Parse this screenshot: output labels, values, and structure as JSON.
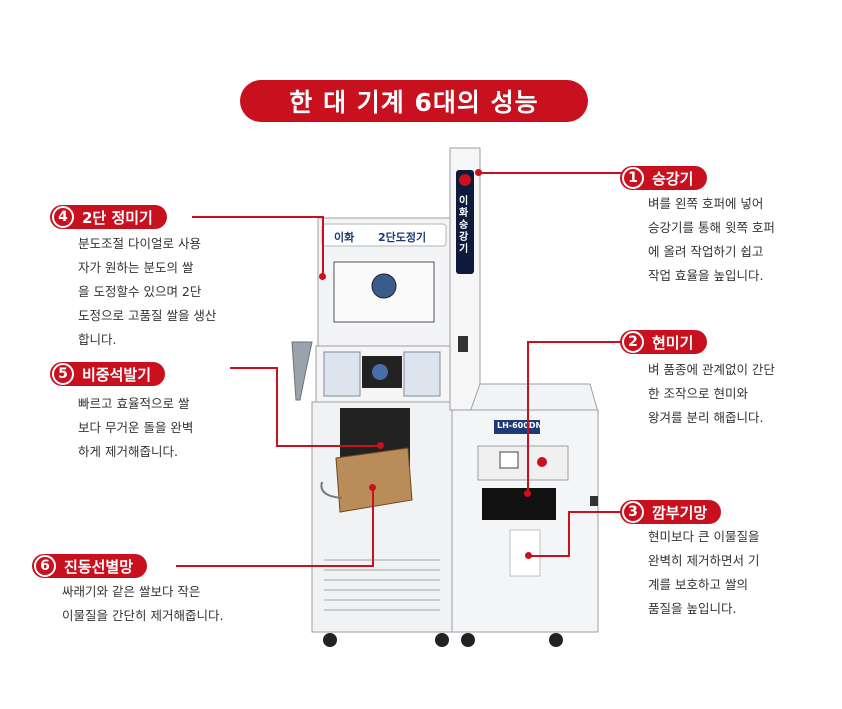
{
  "title": "한 대 기계 6대의 성능",
  "machine": {
    "panel_brand": "이화",
    "panel_model": "2단도정기",
    "elevator_label": "이화 승강기",
    "unit_plate": "LH-600DN"
  },
  "features": [
    {
      "num": "1",
      "name": "승강기",
      "lines": [
        "벼를 왼쪽 호퍼에 넣어",
        "승강기를 통해 윗쪽 호퍼",
        "에 올려 작업하기 쉽고",
        "작업 효율을 높입니다."
      ]
    },
    {
      "num": "2",
      "name": "현미기",
      "lines": [
        "벼 품종에 관계없이 간단",
        "한 조작으로 현미와",
        "왕겨를 분리 해줍니다."
      ]
    },
    {
      "num": "3",
      "name": "깜부기망",
      "lines": [
        "현미보다 큰 이물질을",
        "완벽히 제거하면서 기",
        "계를 보호하고 쌀의",
        "품질을 높입니다."
      ]
    },
    {
      "num": "4",
      "name": "2단 정미기",
      "lines": [
        "분도조절 다이얼로 사용",
        "자가 원하는 분도의 쌀",
        "을 도정할수 있으며 2단",
        "도정으로 고품질 쌀을 생산",
        "합니다."
      ]
    },
    {
      "num": "5",
      "name": "비중석발기",
      "lines": [
        "빠르고 효율적으로 쌀",
        "보다 무거운 돌을 완벽",
        "하게 제거해줍니다."
      ]
    },
    {
      "num": "6",
      "name": "진동선별망",
      "lines": [
        "싸래기와 같은 쌀보다 작은",
        "이물질을 간단히 제거해줍니다."
      ]
    }
  ],
  "colors": {
    "accent": "#c8101e",
    "machine_body": "#eef0f2",
    "machine_edge": "#9aa0a6"
  }
}
